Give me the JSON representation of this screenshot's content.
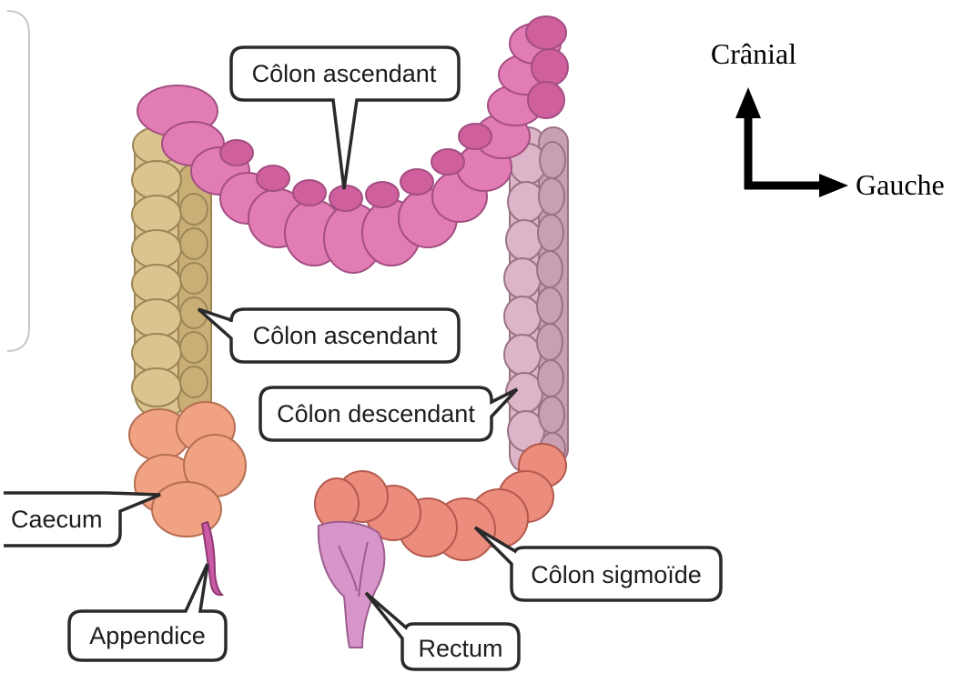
{
  "labels": {
    "transverse": "Côlon ascendant",
    "ascending": "Côlon ascendant",
    "descending": "Côlon descendant",
    "caecum": "Caecum",
    "appendix": "Appendice",
    "sigmoid": "Côlon sigmoïde",
    "rectum": "Rectum"
  },
  "orientation": {
    "up": "Crânial",
    "right": "Gauche"
  },
  "colors": {
    "transverse": "#e27cb4",
    "ascending": "#dcc48f",
    "descending": "#dcb6c8",
    "caecum": "#f0a283",
    "sigmoid": "#ec8c7d",
    "rectum": "#d895c9",
    "appendix": "#c95aa4"
  }
}
